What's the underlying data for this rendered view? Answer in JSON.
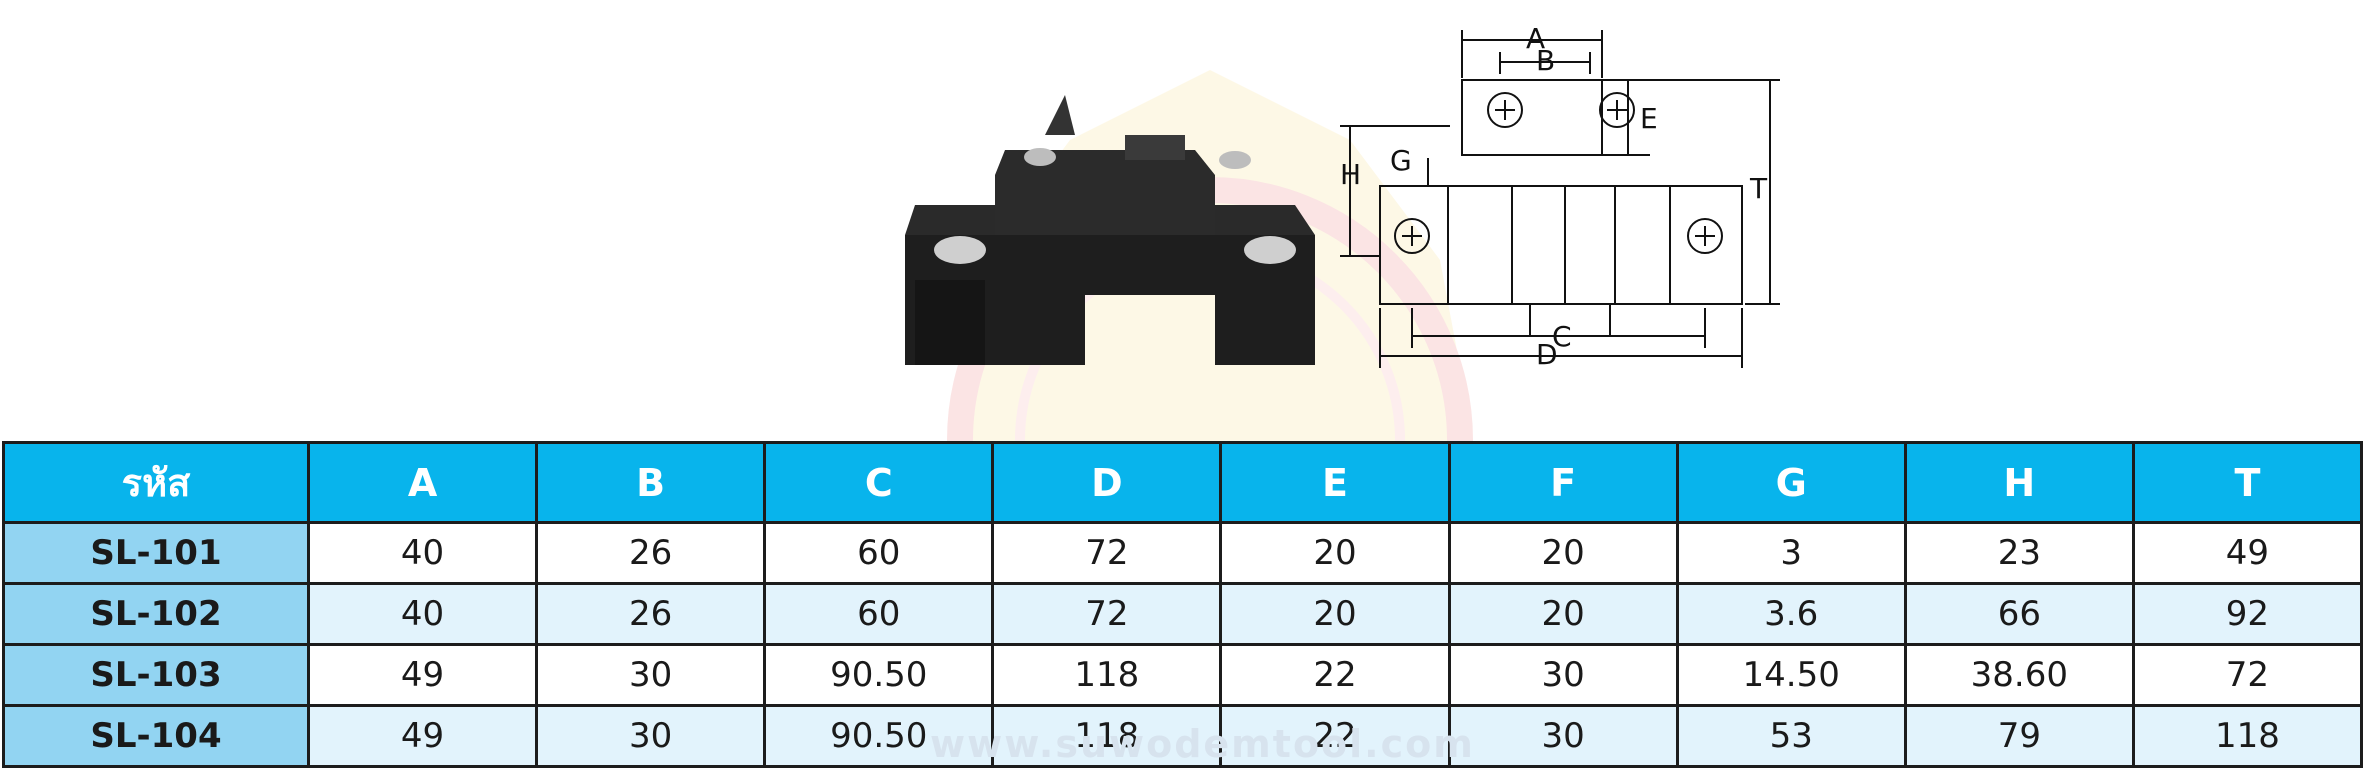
{
  "watermark": "www.suwodemtool.com",
  "drawing": {
    "dimension_labels": [
      "A",
      "B",
      "E",
      "T",
      "H",
      "G",
      "C",
      "D"
    ]
  },
  "table": {
    "headers": [
      "รหัส",
      "A",
      "B",
      "C",
      "D",
      "E",
      "F",
      "G",
      "H",
      "T"
    ],
    "rows": [
      [
        "SL-101",
        "40",
        "26",
        "60",
        "72",
        "20",
        "20",
        "3",
        "23",
        "49"
      ],
      [
        "SL-102",
        "40",
        "26",
        "60",
        "72",
        "20",
        "20",
        "3.6",
        "66",
        "92"
      ],
      [
        "SL-103",
        "49",
        "30",
        "90.50",
        "118",
        "22",
        "30",
        "14.50",
        "38.60",
        "72"
      ],
      [
        "SL-104",
        "49",
        "30",
        "90.50",
        "118",
        "22",
        "30",
        "53",
        "79",
        "118"
      ]
    ]
  }
}
